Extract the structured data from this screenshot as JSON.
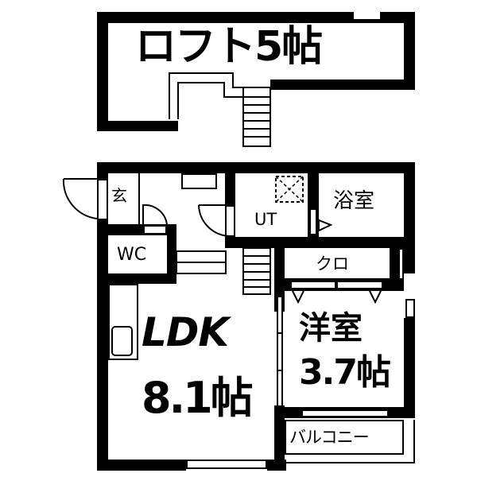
{
  "floor_plan": {
    "loft": {
      "label": "ロフト5帖"
    },
    "rooms": {
      "entrance": {
        "label": "玄"
      },
      "wc": {
        "label": "WC"
      },
      "utility": {
        "label": "UT"
      },
      "bathroom": {
        "label": "浴室"
      },
      "closet": {
        "label": "クロ"
      },
      "ldk": {
        "label_line1": "LDK",
        "label_line2": "8.1帖"
      },
      "western_room": {
        "label_line1": "洋室",
        "label_line2": "3.7帖"
      },
      "balcony": {
        "label": "バルコニー"
      }
    },
    "colors": {
      "wall": "#000000",
      "background": "#ffffff"
    }
  }
}
